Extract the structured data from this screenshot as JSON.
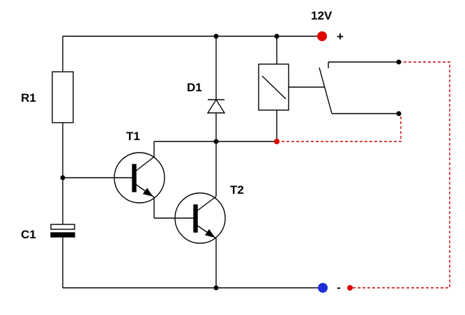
{
  "labels": {
    "r1": "R1",
    "d1": "D1",
    "t1": "T1",
    "t2": "T2",
    "c1": "C1",
    "supply_voltage": "12V",
    "plus": "+",
    "minus": "-"
  },
  "colors": {
    "wire": "#000000",
    "jumper": "#cc0000",
    "positive_terminal": "#e00000",
    "negative_terminal": "#1a2fd6",
    "junction": "#000000"
  }
}
